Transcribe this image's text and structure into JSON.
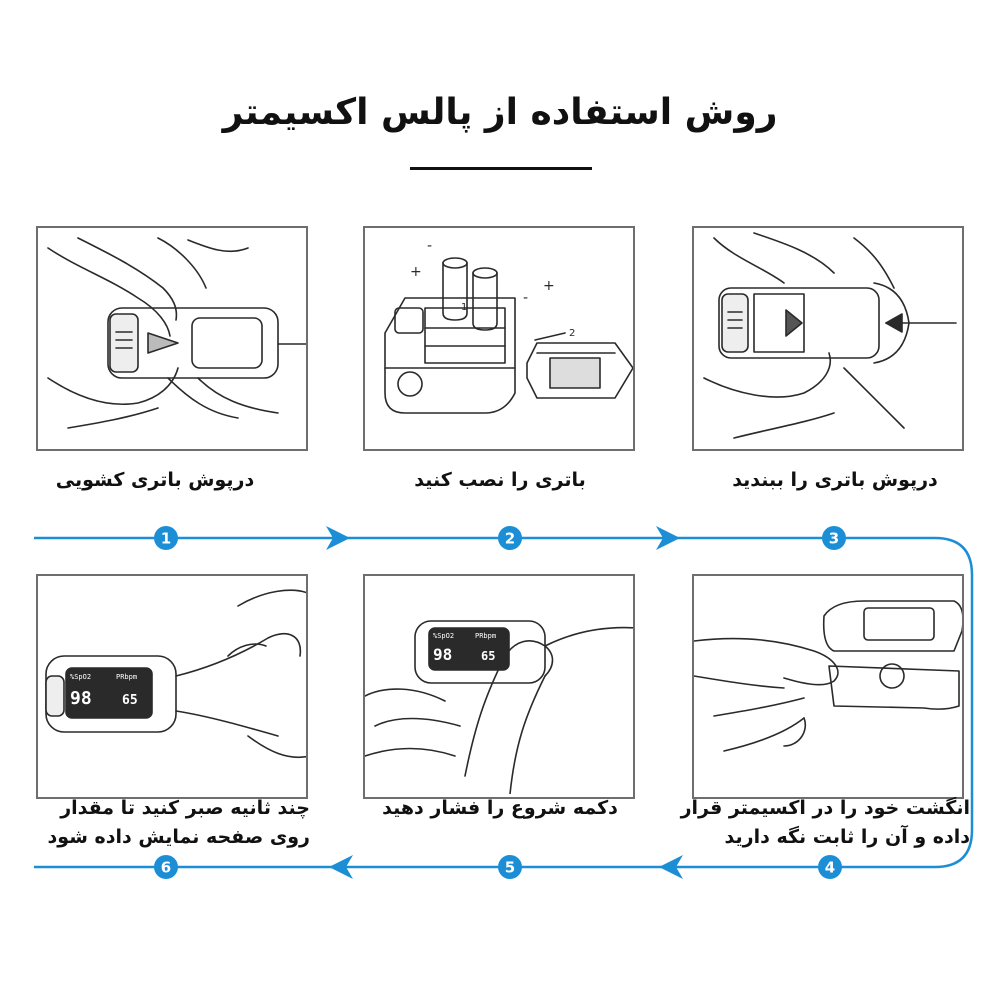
{
  "title": "روش استفاده از پالس اکسیمتر",
  "steps": [
    {
      "number": "1",
      "caption": "درپوش باتری کشویی"
    },
    {
      "number": "2",
      "caption": "باتری را نصب کنید"
    },
    {
      "number": "3",
      "caption": "درپوش باتری را ببندید"
    },
    {
      "number": "4",
      "caption_line1": "انگشت خود را در اکسیمتر قرار",
      "caption_line2": "داده و آن را ثابت نگه دارید"
    },
    {
      "number": "5",
      "caption": "دکمه شروع را فشار دهید"
    },
    {
      "number": "6",
      "caption_line1": "چند ثانیه صبر کنید تا مقدار",
      "caption_line2": "روی صفحه نمایش داده شود"
    }
  ],
  "device_display": {
    "spo2_label": "%SpO2",
    "pr_label": "PRbpm",
    "spo2_value": "98",
    "pr_value": "65"
  },
  "battery_labels": {
    "plus": "+",
    "minus": "-",
    "arrow_one": "1",
    "arrow_two": "2"
  },
  "colors": {
    "accent": "#1b8ed6",
    "line": "#2a2a2a",
    "frame": "#6e6e6e"
  }
}
